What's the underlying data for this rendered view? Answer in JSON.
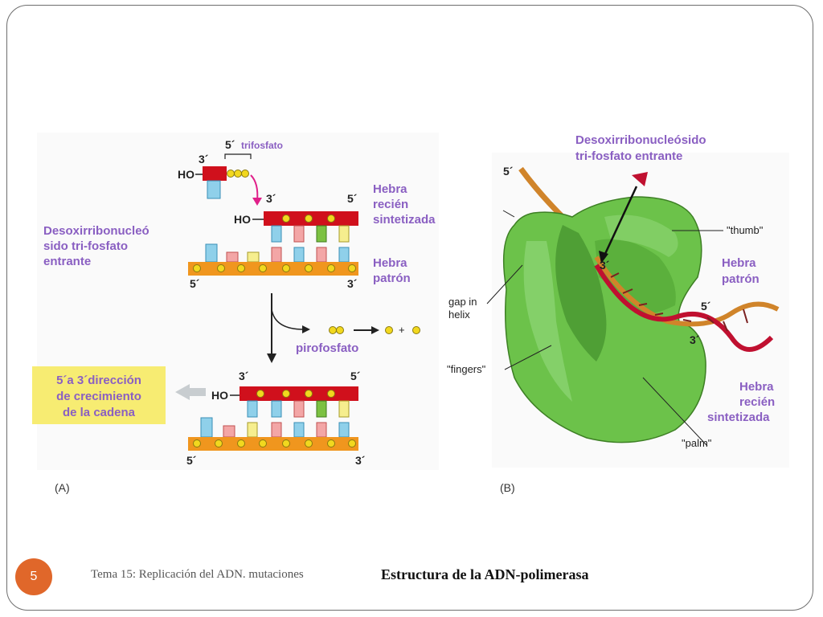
{
  "footer": {
    "page_number": "5",
    "course": "Tema 15: Replicación del ADN. mutaciones",
    "title": "Estructura de la ADN-polimerasa"
  },
  "panel_a": {
    "letter": "(A)",
    "trifosfato": "trifosfato",
    "ho": "HO",
    "three_prime": "3´",
    "five_prime": "5´",
    "hebra_recien": [
      "Hebra",
      "recién",
      "sintetizada"
    ],
    "hebra_patron": [
      "Hebra",
      "patrón"
    ],
    "desoxi": [
      "Desoxirribonucleó",
      "sido tri-fosfato",
      "entrante"
    ],
    "pirofosfato": "pirofosfato",
    "plus": "+",
    "direction": [
      "5´a 3´dirección",
      "de crecimiento",
      "de la cadena"
    ]
  },
  "panel_b": {
    "letter": "(B)",
    "desoxi": [
      "Desoxirribonucleósido",
      "tri-fosfato entrante"
    ],
    "thumb": "\"thumb\"",
    "hebra_patron": [
      "Hebra",
      "patrón"
    ],
    "hebra_recien": [
      "Hebra",
      "recién",
      "sintetizada"
    ],
    "gap": [
      "gap in",
      "helix"
    ],
    "fingers": "\"fingers\"",
    "palm": "\"palm\"",
    "five_prime": "5´",
    "three_prime": "3´"
  },
  "colors": {
    "purple_label": "#8a5fc2",
    "red_strand": "#d0101c",
    "orange_backbone": "#f0961e",
    "phosphate_yellow": "#f2d81e",
    "polymerase_green": "#6cc24a",
    "accent_orange": "#e0672a"
  }
}
